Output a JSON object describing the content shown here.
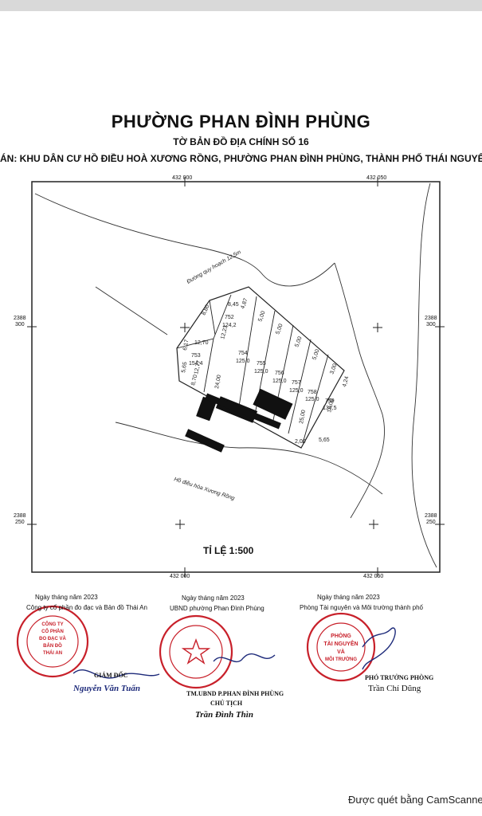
{
  "header": {
    "title": "PHƯỜNG PHAN ĐÌNH PHÙNG",
    "subtitle": "TỜ BẢN ĐỒ ĐỊA CHÍNH SỐ 16",
    "location": "ÁN: KHU DÂN CƯ HỒ ĐIỀU HOÀ XƯƠNG RỒNG, PHƯỜNG PHAN ĐÌNH PHÙNG, THÀNH PHỐ THÁI NGUYÊN"
  },
  "coords": {
    "top_left": "432 000",
    "top_right": "432 050",
    "bottom_left": "432 000",
    "bottom_right": "432 050",
    "left_upper": [
      "2388",
      "300"
    ],
    "right_upper": [
      "2388",
      "300"
    ],
    "left_lower": [
      "2388",
      "250"
    ],
    "right_lower": [
      "2388",
      "250"
    ]
  },
  "map": {
    "road_label": "Đường quy hoạch 12,5m",
    "lake_label": "Hồ điều hòa Xương Rồng",
    "scale": "TỈ LỆ 1:500",
    "dims": {
      "d1": "8,80",
      "d2": "8,45",
      "d3": "4,87",
      "d4": "5,00",
      "d5": "5,00",
      "d6": "5,00",
      "d7": "5,00",
      "d8": "3,00",
      "d9": "4,24",
      "d10": "12,70",
      "d11": "12,23",
      "d12": "12,77",
      "d13": "6,17",
      "d14": "5,65",
      "d15": "8,70",
      "d16": "24,00",
      "d17": "25,00",
      "d18": "5,65",
      "d19": "18,00",
      "d20": "2,00"
    },
    "parcels": [
      {
        "id": "752",
        "area": "124,2"
      },
      {
        "id": "753",
        "area": "154,4"
      },
      {
        "id": "754",
        "area": "125,0"
      },
      {
        "id": "755",
        "area": "125,0"
      },
      {
        "id": "756",
        "area": "125,0"
      },
      {
        "id": "757",
        "area": "125,0"
      },
      {
        "id": "758",
        "area": "125,0"
      },
      {
        "id": "759",
        "area": "137,5"
      }
    ]
  },
  "signatures": {
    "left": {
      "date": "Ngày      tháng      năm 2023",
      "org": "Công ty cổ phần đo đạc và Bản đồ Thái An",
      "role": "GIÁM ĐỐC",
      "name": "Nguyễn Văn Tuấn",
      "stamp_lines": [
        "CÔNG TY",
        "CỔ PHẦN",
        "ĐO ĐẠC VÀ",
        "BẢN ĐỒ",
        "THÁI AN"
      ]
    },
    "middle": {
      "date": "Ngày      tháng      năm 2023",
      "org": "UBND phường Phan Đình Phùng",
      "role1": "TM.UBND P.PHAN ĐÌNH PHÙNG",
      "role2": "CHỦ TỊCH",
      "name": "Trần Đình Thìn"
    },
    "right": {
      "date": "Ngày      tháng      năm 2023",
      "org": "Phòng Tài nguyên và Môi trường thành phố",
      "role": "PHÓ TRƯỞNG PHÒNG",
      "name": "Trần Chí Dũng",
      "stamp_lines": [
        "PHÒNG",
        "TÀI NGUYÊN",
        "VÀ",
        "MÔI TRƯỜNG"
      ]
    }
  },
  "footer": {
    "scanner": "Được quét bằng CamScanner"
  },
  "colors": {
    "stamp_red": "#c8202a",
    "ink_blue": "#1d2a7a",
    "line": "#222222"
  }
}
